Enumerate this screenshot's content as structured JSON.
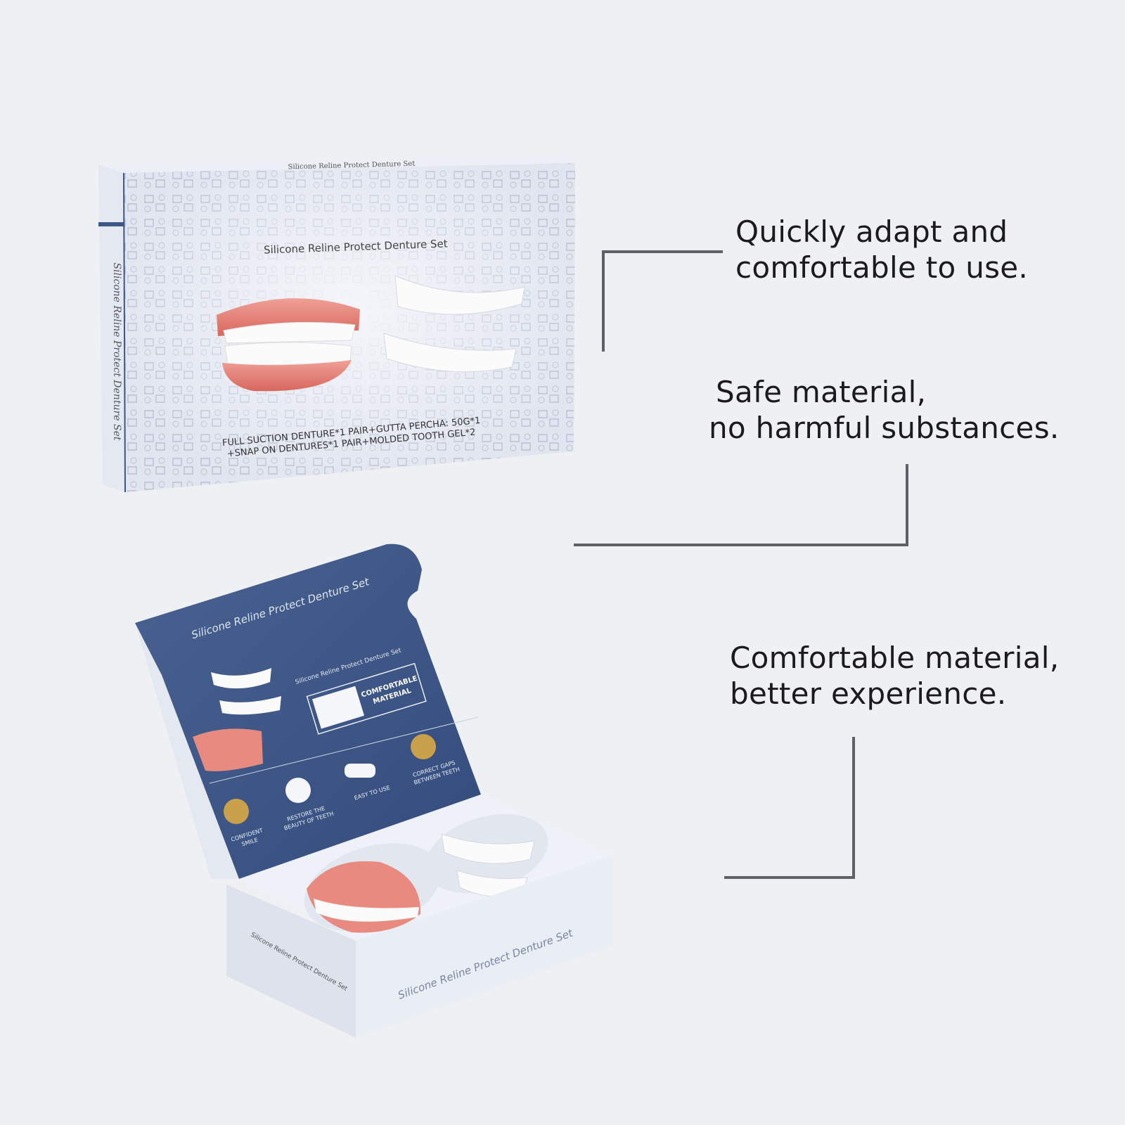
{
  "features": [
    {
      "line1": "Quickly adapt and",
      "line2": "comfortable to use."
    },
    {
      "line1": "Safe material,",
      "line2": "no harmful substances."
    },
    {
      "line1": "Comfortable material,",
      "line2": "better experience."
    }
  ],
  "closed_box": {
    "top_edge_label": "Silicone Reline Protect Denture Set",
    "front_title": "Silicone Reline Protect Denture Set",
    "side_label": "Silicone Reline Protect Denture Set",
    "contents_line1": "FULL SUCTION DENTURE*1 PAIR+GUTTA PERCHA: 50G*1",
    "contents_line2": "+SNAP ON DENTURES*1 PAIR+MOLDED TOOTH GEL*2"
  },
  "open_box": {
    "lid_title": "Silicone Reline Protect Denture Set",
    "inner_panel_title": "Silicone Reline Protect Denture Set",
    "badge_line1": "COMFORTABLE",
    "badge_line2": "MATERIAL",
    "benefit1_line1": "CONFIDENT",
    "benefit1_line2": "SMILE",
    "benefit2_line1": "RESTORE THE",
    "benefit2_line2": "BEAUTY OF TEETH",
    "benefit3_line1": "EASY TO USE",
    "benefit4_line1": "CORRECT GAPS",
    "benefit4_line2": "BETWEEN TEETH",
    "front_label": "Silicone Reline Protect Denture Set",
    "side_label": "Silicone Reline Protect Denture Set"
  },
  "colors": {
    "background": "#eef0f3",
    "connector": "#5f6166",
    "box_light": "#dfe3ee",
    "box_navy": "#3d5685",
    "gum_pink": "#e98a80",
    "tooth_white": "#fbfbfb"
  },
  "icons": [
    "denture-upper-icon",
    "denture-lower-icon",
    "tooth-badge-icon",
    "smile-icon",
    "tooth-sparkle-icon",
    "easy-denture-icon",
    "gap-tooth-icon"
  ]
}
